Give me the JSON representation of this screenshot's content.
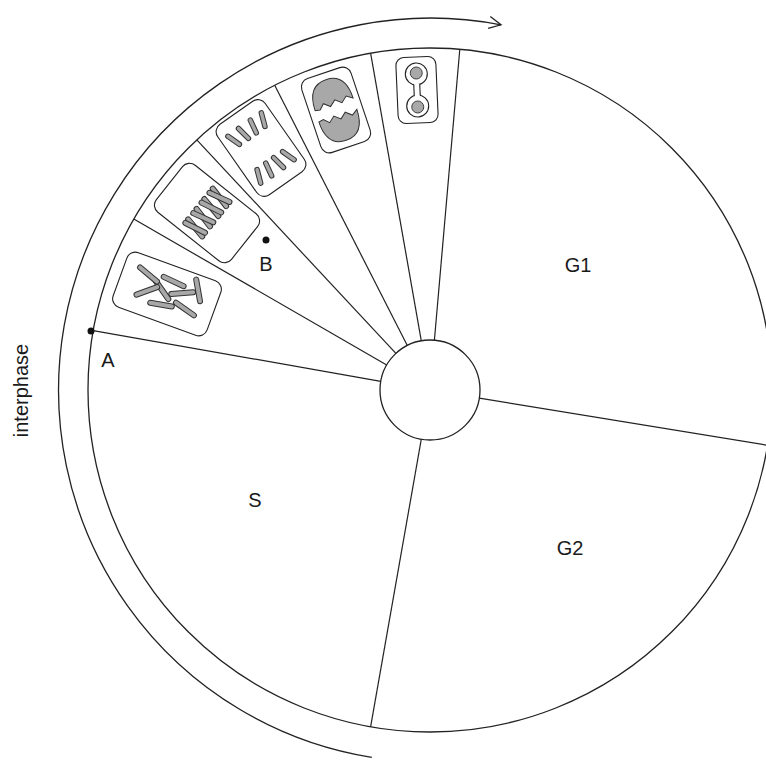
{
  "diagram": {
    "labels": [
      "interphase",
      "A",
      "B",
      "S",
      "G1",
      "G2"
    ]
  }
}
